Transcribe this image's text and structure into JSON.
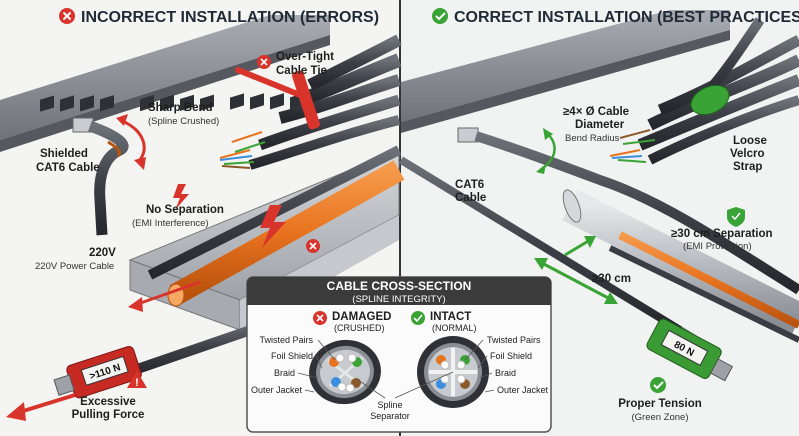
{
  "left": {
    "header": "INCORRECT INSTALLATION (ERRORS)",
    "labels": {
      "over_tight": [
        "Over-Tight",
        "Cable Tie"
      ],
      "sharp_bend": "Sharp Bend",
      "spline_crushed": "(Spline Crushed)",
      "shielded": [
        "Shielded",
        "CAT6 Cable"
      ],
      "no_separation": "No Separation",
      "emi_interference": "(EMI Interference)",
      "v220": "220V",
      "v220_power": "220V Power Cable",
      "excessive": [
        "Excessive",
        "Pulling Force"
      ],
      "gauge": ">110 N"
    }
  },
  "right": {
    "header": "CORRECT INSTALLATION (BEST PRACTICES)",
    "labels": {
      "bend_radius_1": "≥4× Ø Cable",
      "bend_radius_2": "Diameter",
      "bend_radius_3": "Bend Radius",
      "cat6": [
        "CAT6",
        "Cable"
      ],
      "loose": [
        "Loose",
        "Velcro",
        "Strap"
      ],
      "separation": "≥30 cm Separation",
      "emi_protection": "(EMI Protection)",
      "dist_30": "≥30 cm",
      "proper_tension": "Proper Tension",
      "green_zone": "(Green Zone)",
      "gauge": "80 N"
    }
  },
  "inset": {
    "title": "CABLE CROSS-SECTION",
    "subtitle": "(SPLINE INTEGRITY)",
    "damaged": "DAMAGED",
    "damaged_sub": "(CRUSHED)",
    "intact": "INTACT",
    "intact_sub": "(NORMAL)",
    "left_labels": [
      "Twisted Pairs",
      "Foil Shield",
      "Braid",
      "Outer Jacket"
    ],
    "right_labels": [
      "Twisted Pairs",
      "Foil Shield",
      "Braid",
      "Outer Jacket"
    ],
    "spline": [
      "Spline",
      "Separator"
    ]
  },
  "colors": {
    "error_red": "#d9342b",
    "ok_green": "#3aa335",
    "power_orange": "#e8731f",
    "header_dark": "#3b3b3b"
  }
}
